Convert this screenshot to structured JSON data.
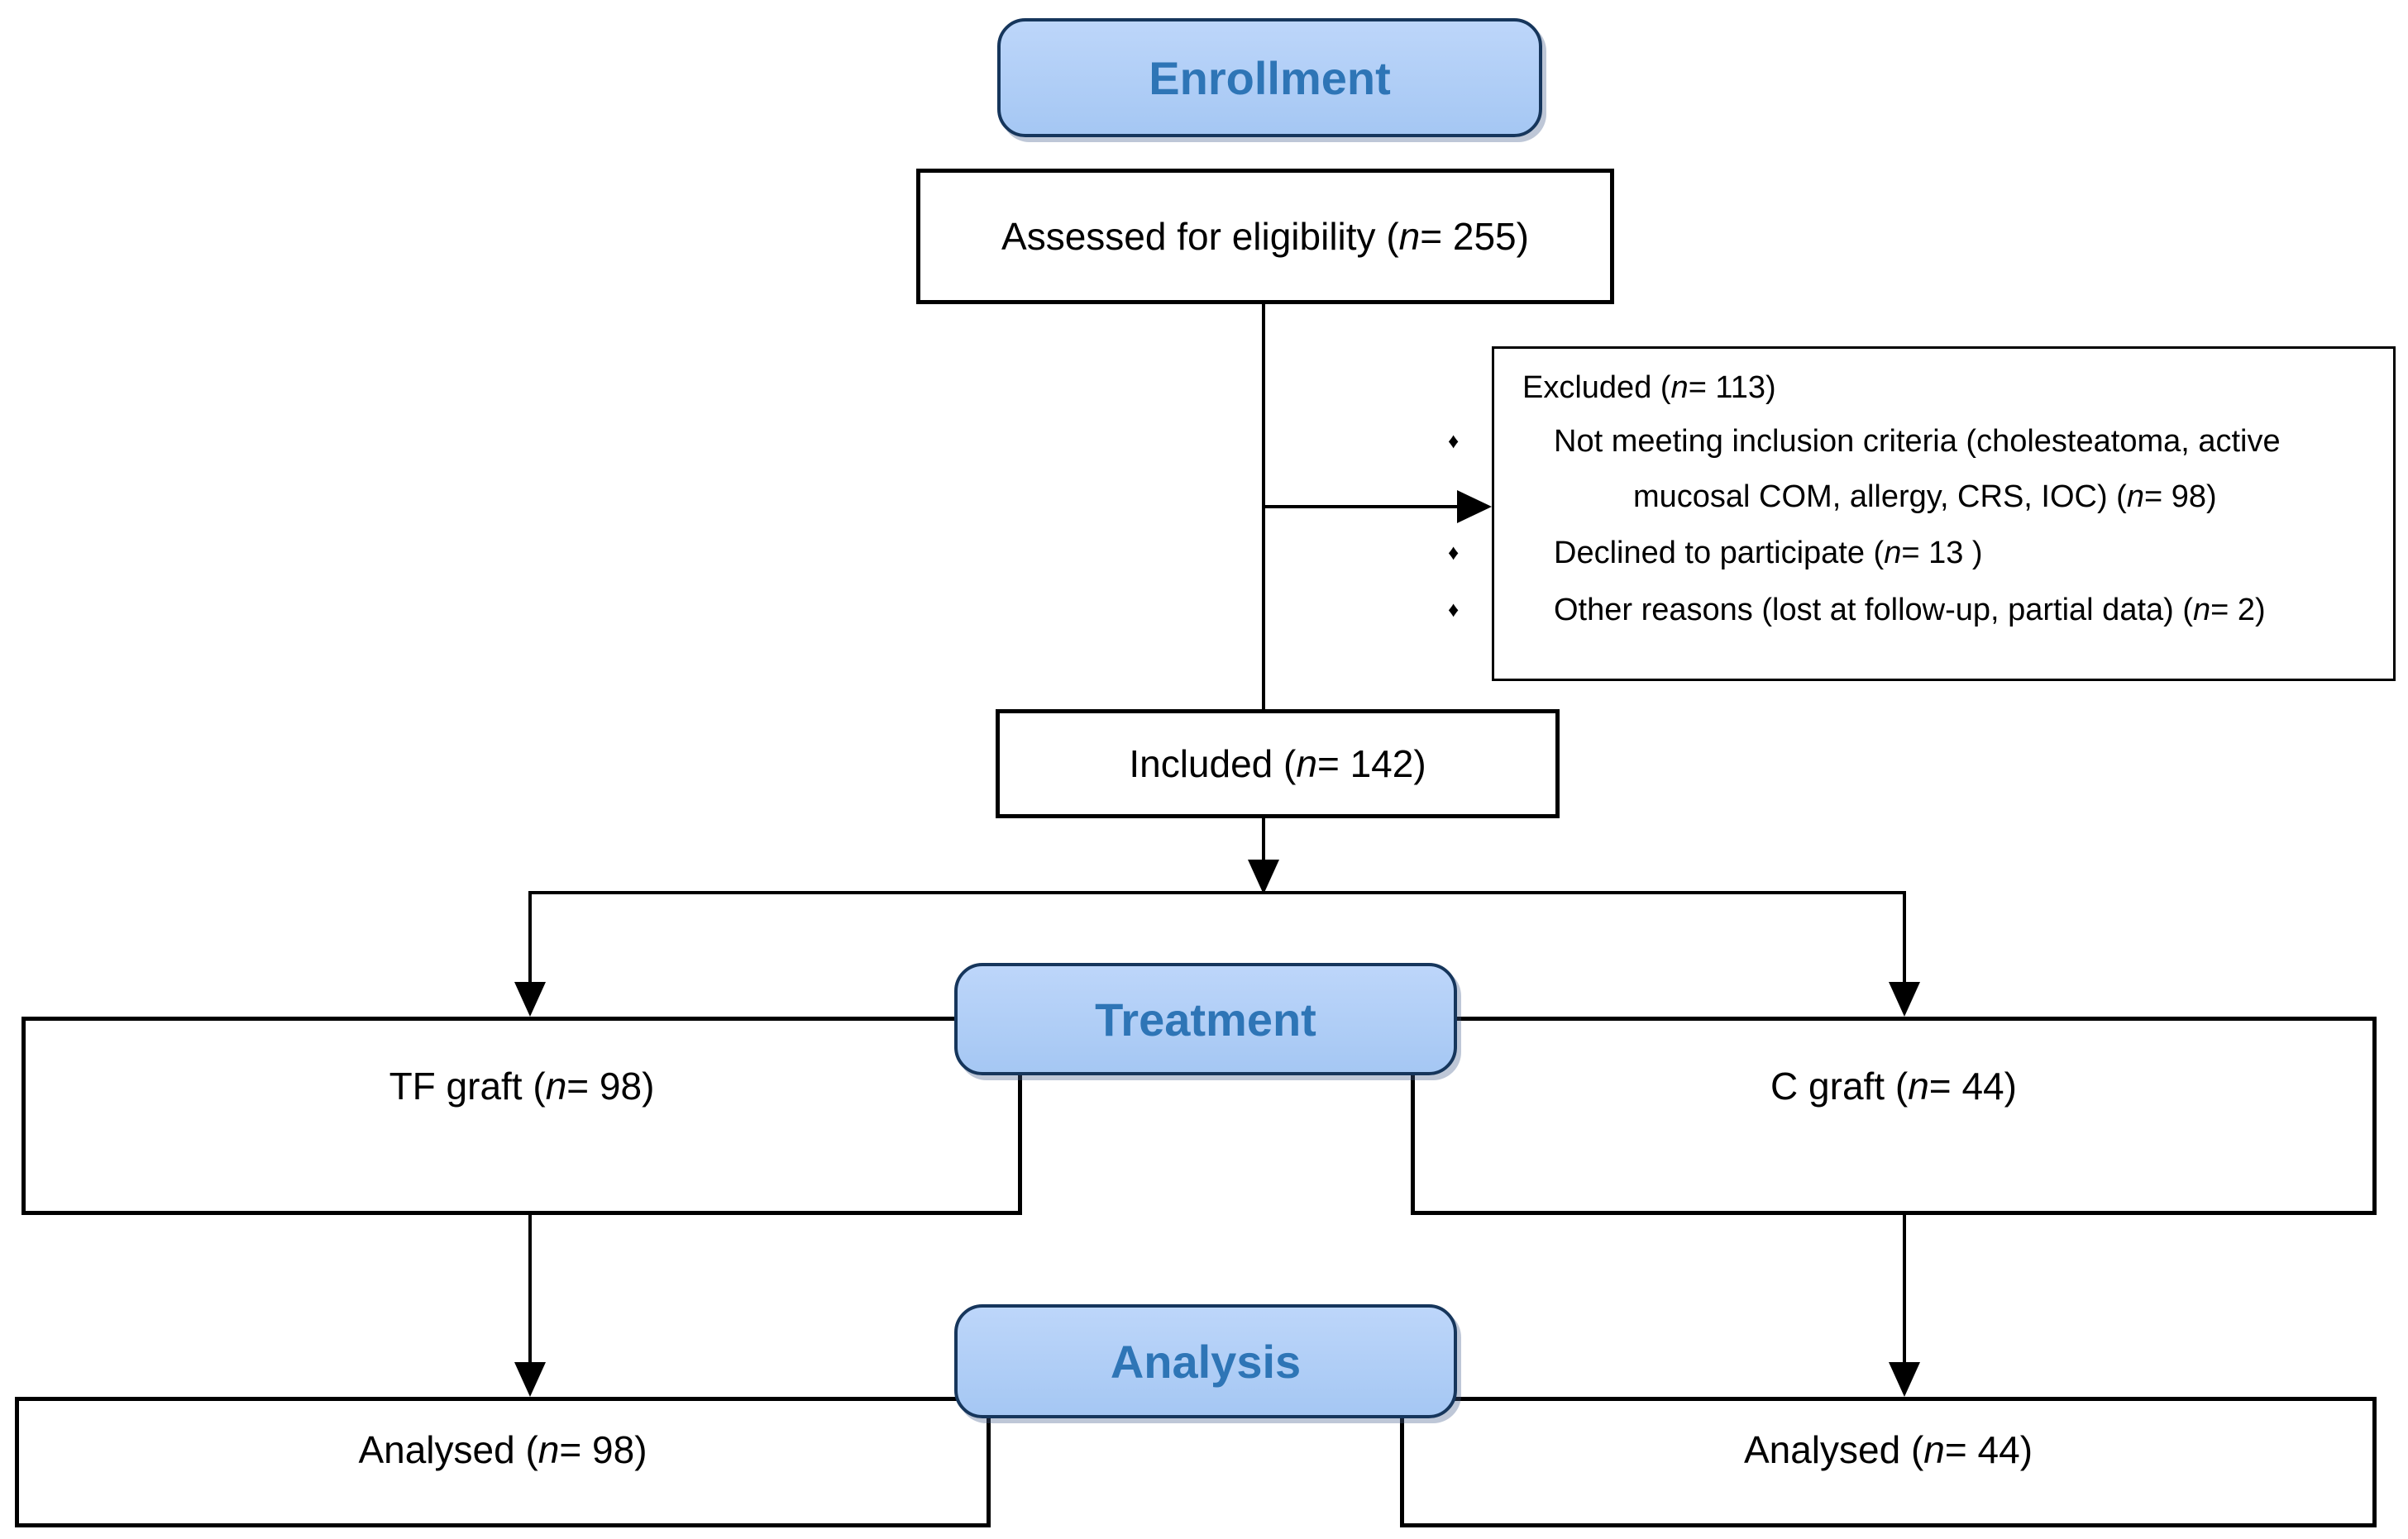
{
  "diagram_type": "consort-flow",
  "stages": {
    "enrollment": "Enrollment",
    "treatment": "Treatment",
    "analysis": "Analysis"
  },
  "nodes": {
    "assessed": "Assessed for eligibility (n= 255)",
    "included": "Included (n= 142)",
    "tf_graft": "TF graft (n= 98)",
    "c_graft": "C graft (n= 44)",
    "analysed_tf": "Analysed (n= 98)",
    "analysed_c": "Analysed (n= 44)"
  },
  "excluded": {
    "title": "Excluded (n= 113)",
    "reasons": [
      "Not meeting inclusion criteria (cholesteatoma, active mucosal COM, allergy, CRS, IOC) (n= 98)",
      "Declined to participate (n= 13 )",
      "Other reasons (lost at follow-up, partial data) (n= 2)"
    ]
  },
  "glyphs": {
    "bullet": "♦"
  },
  "colors": {
    "stage_fill_top": "#bdd6fa",
    "stage_fill": "#a5c7f3",
    "stage_border": "#16365c",
    "stage_text": "#2e75b6",
    "box_fill": "#ffffff",
    "line": "#000000"
  }
}
